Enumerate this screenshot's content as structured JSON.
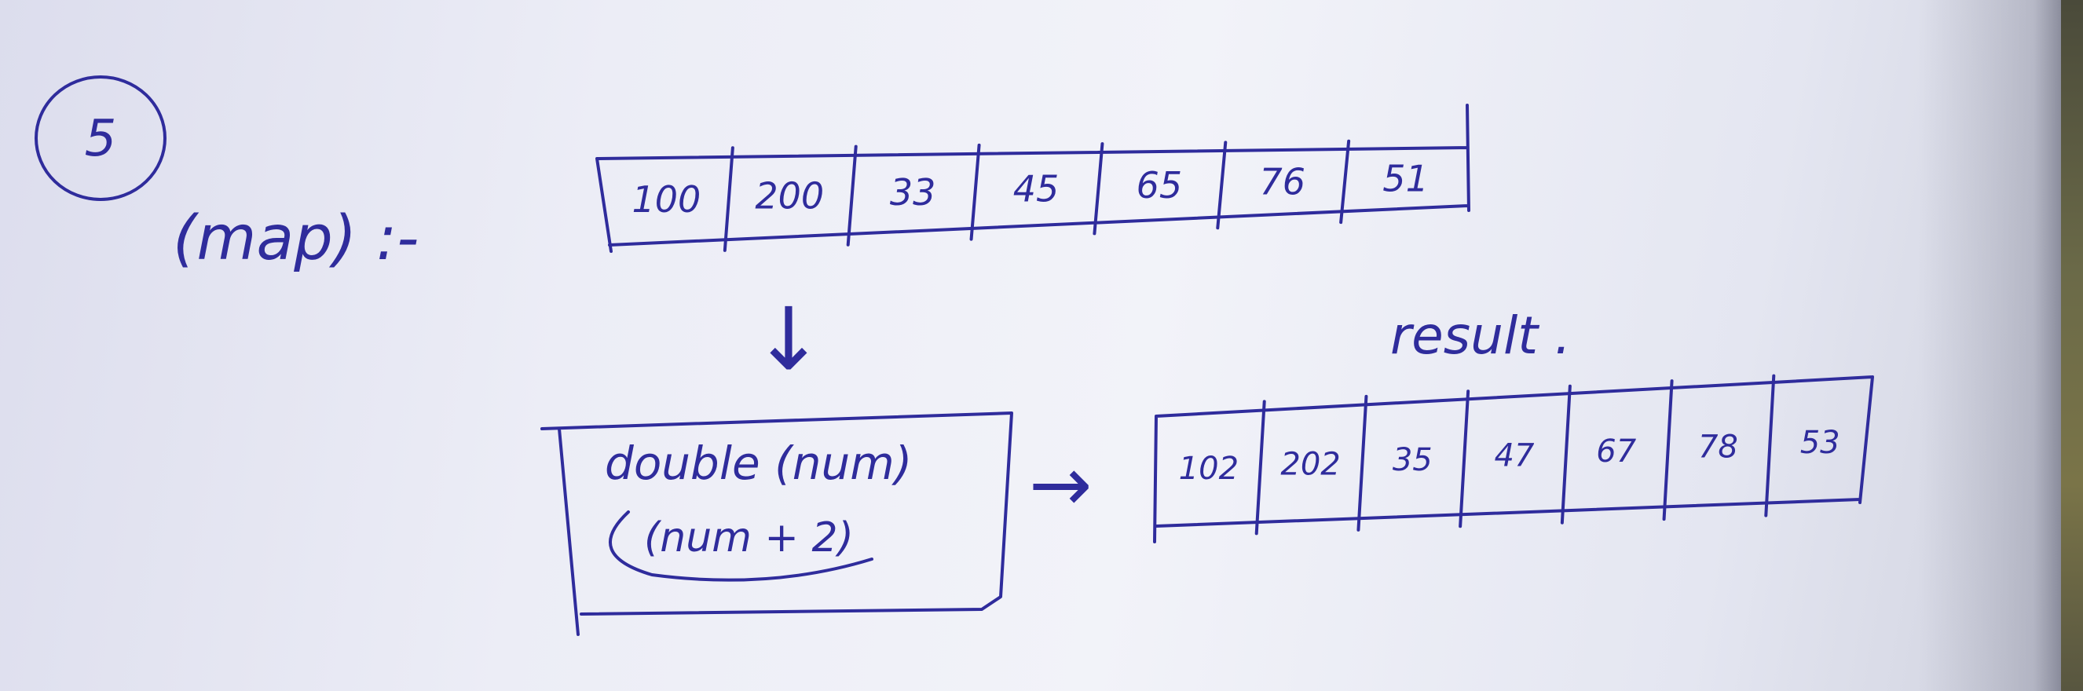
{
  "step_number": "5",
  "heading": "(map) :-",
  "input_array": [
    "100",
    "200",
    "33",
    "45",
    "65",
    "76",
    "51"
  ],
  "down_arrow": "↓",
  "function_box": {
    "line1": "double (num)",
    "line2": "(num + 2)"
  },
  "right_arrow": "→",
  "result_label": "result .",
  "result_array": [
    "102",
    "202",
    "35",
    "47",
    "67",
    "78",
    "53"
  ],
  "colors": {
    "ink": "#2f2c9c",
    "paper": "#eceef6"
  }
}
